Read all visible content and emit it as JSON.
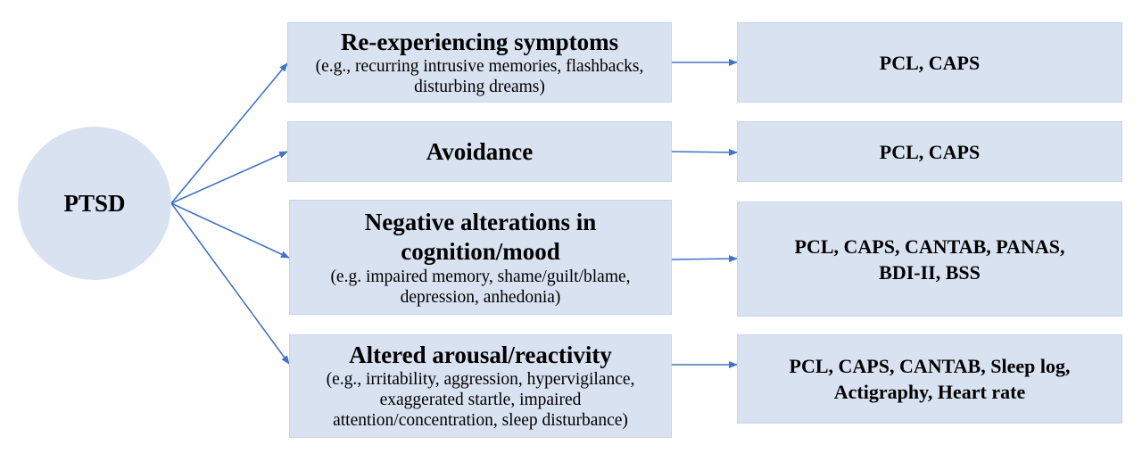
{
  "root": {
    "label": "PTSD"
  },
  "symptoms": [
    {
      "title_lines": [
        "Re-experiencing symptoms"
      ],
      "example_lines": [
        "(e.g., recurring intrusive memories, flashbacks,",
        "disturbing dreams)"
      ]
    },
    {
      "title_lines": [
        "Avoidance"
      ],
      "example_lines": []
    },
    {
      "title_lines": [
        "Negative alterations in",
        "cognition/mood"
      ],
      "example_lines": [
        "(e.g. impaired memory, shame/guilt/blame,",
        "depression, anhedonia)"
      ]
    },
    {
      "title_lines": [
        "Altered arousal/reactivity"
      ],
      "example_lines": [
        "(e.g., irritability, aggression, hypervigilance,",
        "exaggerated startle, impaired",
        "attention/concentration, sleep disturbance)"
      ]
    }
  ],
  "measures": [
    {
      "lines": [
        "PCL, CAPS"
      ]
    },
    {
      "lines": [
        "PCL, CAPS"
      ]
    },
    {
      "lines": [
        "PCL, CAPS, CANTAB, PANAS,",
        "BDI-II, BSS"
      ]
    },
    {
      "lines": [
        "PCL, CAPS, CANTAB, Sleep log,",
        "Actigraphy, Heart rate"
      ]
    }
  ],
  "colors": {
    "node_fill": "#d9e2f1",
    "arrow": "#4472c4",
    "text": "#000000"
  }
}
